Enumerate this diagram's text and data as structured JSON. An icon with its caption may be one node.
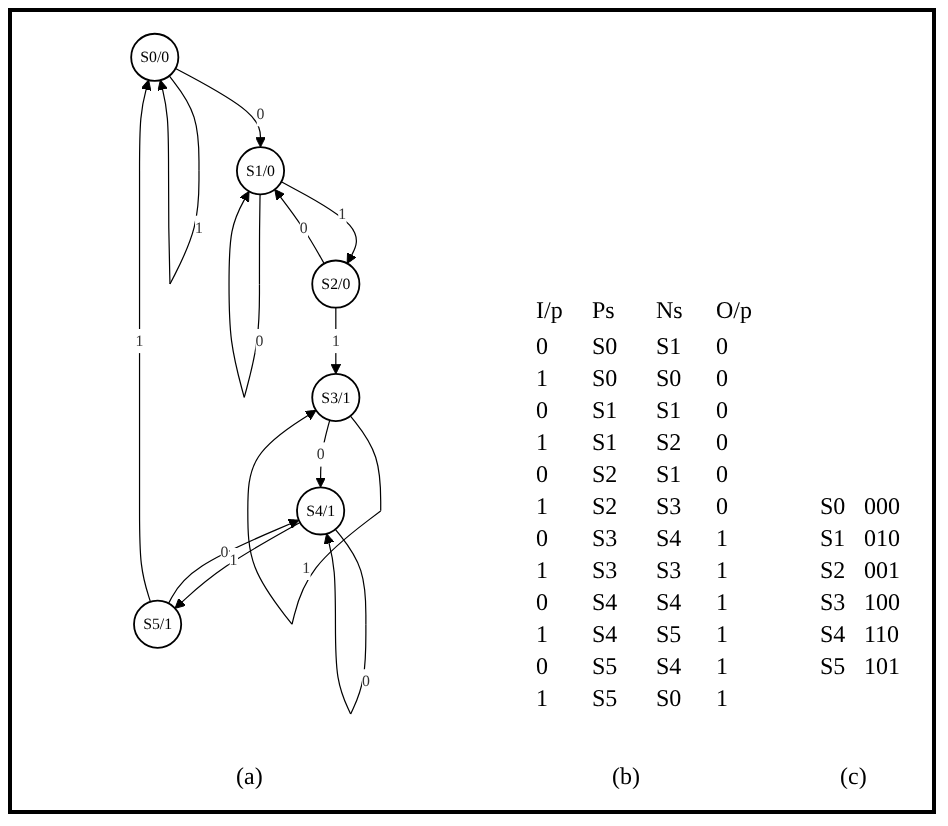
{
  "diagram": {
    "nodes": [
      {
        "text": [
          "S0/0"
        ]
      },
      {
        "text": [
          "S1/0"
        ]
      },
      {
        "text": [
          "S2/0"
        ]
      },
      {
        "text": [
          "S3/1"
        ]
      },
      {
        "text": [
          "S4/1"
        ]
      },
      {
        "text": [
          "S5/1"
        ]
      }
    ],
    "edges": [
      {
        "from": 0,
        "to": 1,
        "label": "0",
        "arrow": "to"
      },
      {
        "from": 0,
        "to": 0,
        "label": "1",
        "arrow": "to"
      },
      {
        "from": 1,
        "to": 1,
        "label": "0",
        "arrow": "to"
      },
      {
        "from": 1,
        "to": 2,
        "label": "1",
        "arrow": "to"
      },
      {
        "from": 2,
        "to": 1,
        "label": "0",
        "arrow": "to"
      },
      {
        "from": 2,
        "to": 3,
        "label": "1",
        "arrow": "to"
      },
      {
        "from": 3,
        "to": 4,
        "label": "0",
        "arrow": "to"
      },
      {
        "from": 3,
        "to": 3,
        "label": "1",
        "arrow": "to"
      },
      {
        "from": 4,
        "to": 4,
        "label": "0",
        "arrow": "to"
      },
      {
        "from": 4,
        "to": 5,
        "label": "1",
        "arrow": "to"
      },
      {
        "from": 5,
        "to": 4,
        "label": "0",
        "arrow": "to"
      },
      {
        "from": 5,
        "to": 0,
        "label": "1",
        "arrow": "to"
      }
    ],
    "labels": [
      "I/p",
      "Ps",
      "Ns",
      "O/p",
      "0",
      "S0",
      "S1",
      "0",
      "1",
      "S0",
      "S0",
      "0",
      "0",
      "S1",
      "S1",
      "0",
      "1",
      "S1",
      "S2",
      "0",
      "0",
      "S2",
      "S1",
      "0",
      "1",
      "S2",
      "S3",
      "0",
      "0",
      "S3",
      "S4",
      "1",
      "1",
      "S3",
      "S3",
      "1",
      "0",
      "S4",
      "S4",
      "1",
      "1",
      "S4",
      "S5",
      "1",
      "0",
      "S5",
      "S4",
      "1",
      "1",
      "S5",
      "S0",
      "1",
      "S0",
      "000",
      "S1",
      "010",
      "S2",
      "001",
      "S3",
      "100",
      "S4",
      "110",
      "S5",
      "101",
      "(a)",
      "(b)",
      "(c)"
    ]
  }
}
